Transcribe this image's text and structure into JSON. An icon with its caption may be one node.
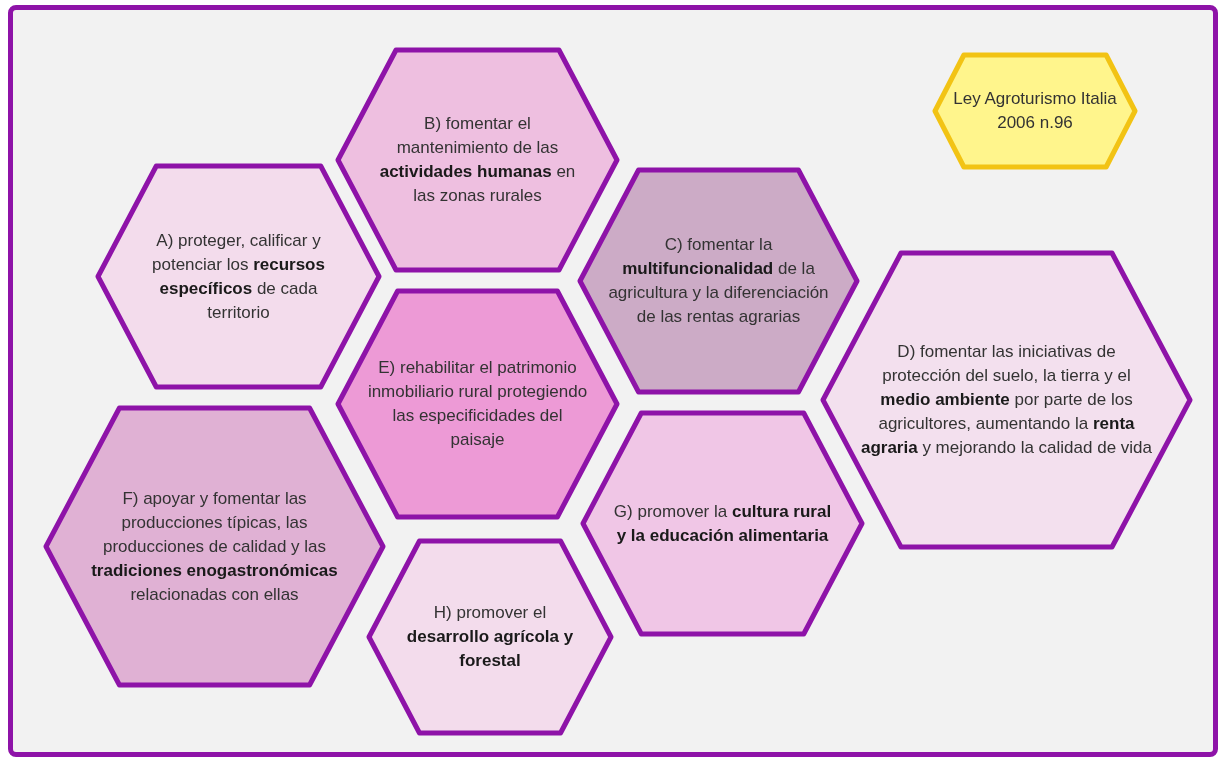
{
  "diagram": {
    "nodes": [
      {
        "text": [
          "B) fomentar el mantenimiento de las **actividades humanas** en las zonas rurales"
        ]
      },
      {
        "text": [
          "Ley Agroturismo Italia 2006 n.96"
        ]
      },
      {
        "text": [
          "A) proteger, calificar y potenciar los **recursos específicos** de cada territorio"
        ]
      },
      {
        "text": [
          "C) fomentar la **multifuncionalidad** de la agricultura y la diferenciación de las rentas agrarias"
        ]
      },
      {
        "text": [
          "D) fomentar las iniciativas de protección del suelo, la tierra y el **medio ambiente** por parte de los agricultores, aumentando la **renta agraria** y mejorando la calidad de vida"
        ]
      },
      {
        "text": [
          "E) rehabilitar el patrimonio inmobiliario rural protegiendo las especificidades del paisaje"
        ]
      },
      {
        "text": [
          "F) apoyar y fomentar las producciones típicas, las producciones de calidad y las **tradiciones enogastronómicas** relacionadas con ellas"
        ]
      },
      {
        "text": [
          "G) promover la **cultura rural y la educación alimentaria**"
        ]
      },
      {
        "text": [
          "H) promover el **desarrollo agrícola y forestal**"
        ]
      }
    ]
  }
}
